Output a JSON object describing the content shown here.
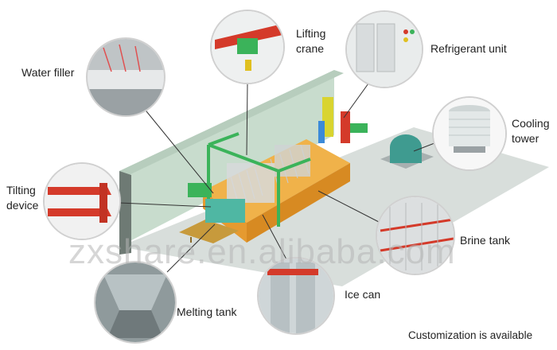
{
  "labels": {
    "water_filler": "Water filler",
    "lifting_crane_line1": "Lifting",
    "lifting_crane_line2": "crane",
    "refrigerant_unit": "Refrigerant unit",
    "cooling_tower_line1": "Cooling",
    "cooling_tower_line2": "tower",
    "tilting_device_line1": "Tilting",
    "tilting_device_line2": "device",
    "brine_tank": "Brine tank",
    "melting_tank": "Melting tank",
    "ice_can": "Ice can"
  },
  "watermark": "zxshare.en.alibaba.com",
  "note": "Customization is available",
  "colors": {
    "floor": "#d6dcd8",
    "wall": "#c7dccb",
    "tank": "#e8a033",
    "frame": "#3bb35a",
    "crane": "#d43a2a",
    "leader": "#333333",
    "callout_border": "#d0d0d0"
  },
  "icons": [
    "water-filler-photo",
    "lifting-crane-photo",
    "refrigerant-unit-photo",
    "cooling-tower-photo",
    "tilting-device-photo",
    "brine-tank-photo",
    "melting-tank-photo",
    "ice-can-photo"
  ]
}
